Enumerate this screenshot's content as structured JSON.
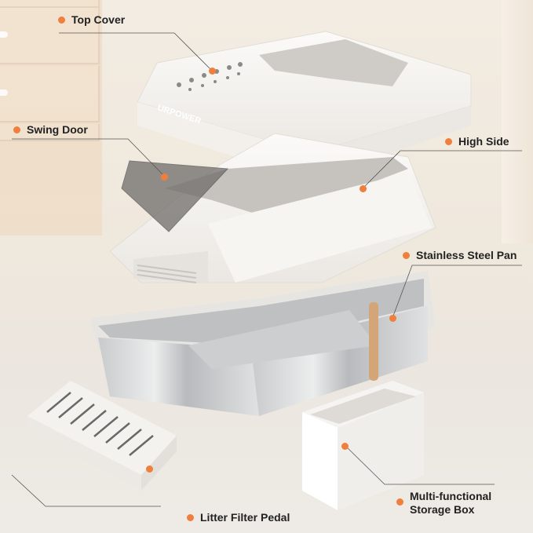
{
  "brand": "URPOWER",
  "accent_color": "#f07e3d",
  "labels": {
    "top_cover": "Top Cover",
    "swing_door": "Swing Door",
    "high_side": "High Side",
    "stainless_steel_pan": "Stainless Steel Pan",
    "litter_filter_pedal": "Litter Filter Pedal",
    "storage_box_line1": "Multi-functional",
    "storage_box_line2": "Storage Box"
  }
}
